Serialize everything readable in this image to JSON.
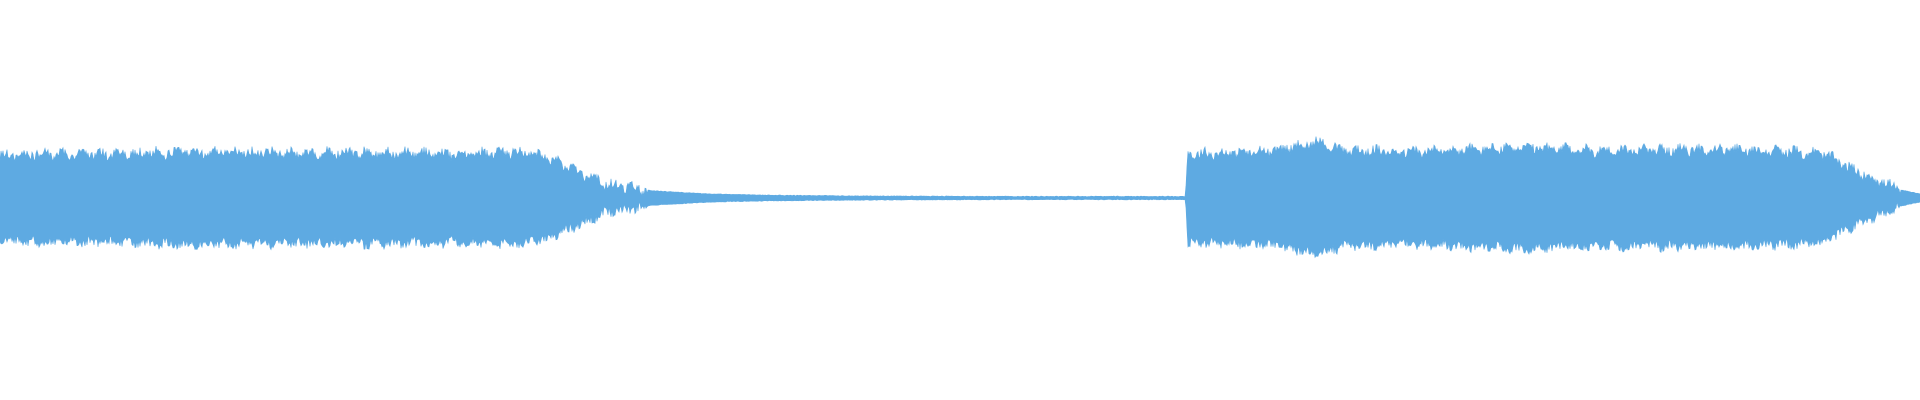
{
  "waveform": {
    "color": "#5eaae2",
    "background": "#ffffff",
    "envelope_points": [
      [
        0.0,
        0.105
      ],
      [
        0.02,
        0.11
      ],
      [
        0.05,
        0.108
      ],
      [
        0.1,
        0.115
      ],
      [
        0.15,
        0.112
      ],
      [
        0.2,
        0.113
      ],
      [
        0.24,
        0.11
      ],
      [
        0.27,
        0.115
      ],
      [
        0.285,
        0.1
      ],
      [
        0.3,
        0.07
      ],
      [
        0.315,
        0.035
      ],
      [
        0.34,
        0.018
      ],
      [
        0.37,
        0.01
      ],
      [
        0.4,
        0.007
      ],
      [
        0.45,
        0.005
      ],
      [
        0.52,
        0.004
      ],
      [
        0.58,
        0.004
      ],
      [
        0.6175,
        0.004
      ],
      [
        0.6185,
        0.11
      ],
      [
        0.64,
        0.112
      ],
      [
        0.66,
        0.115
      ],
      [
        0.6865,
        0.14
      ],
      [
        0.7,
        0.118
      ],
      [
        0.74,
        0.115
      ],
      [
        0.79,
        0.125
      ],
      [
        0.83,
        0.118
      ],
      [
        0.88,
        0.12
      ],
      [
        0.92,
        0.118
      ],
      [
        0.95,
        0.11
      ],
      [
        0.965,
        0.07
      ],
      [
        0.98,
        0.04
      ],
      [
        0.99,
        0.02
      ],
      [
        1.0,
        0.01
      ]
    ]
  }
}
